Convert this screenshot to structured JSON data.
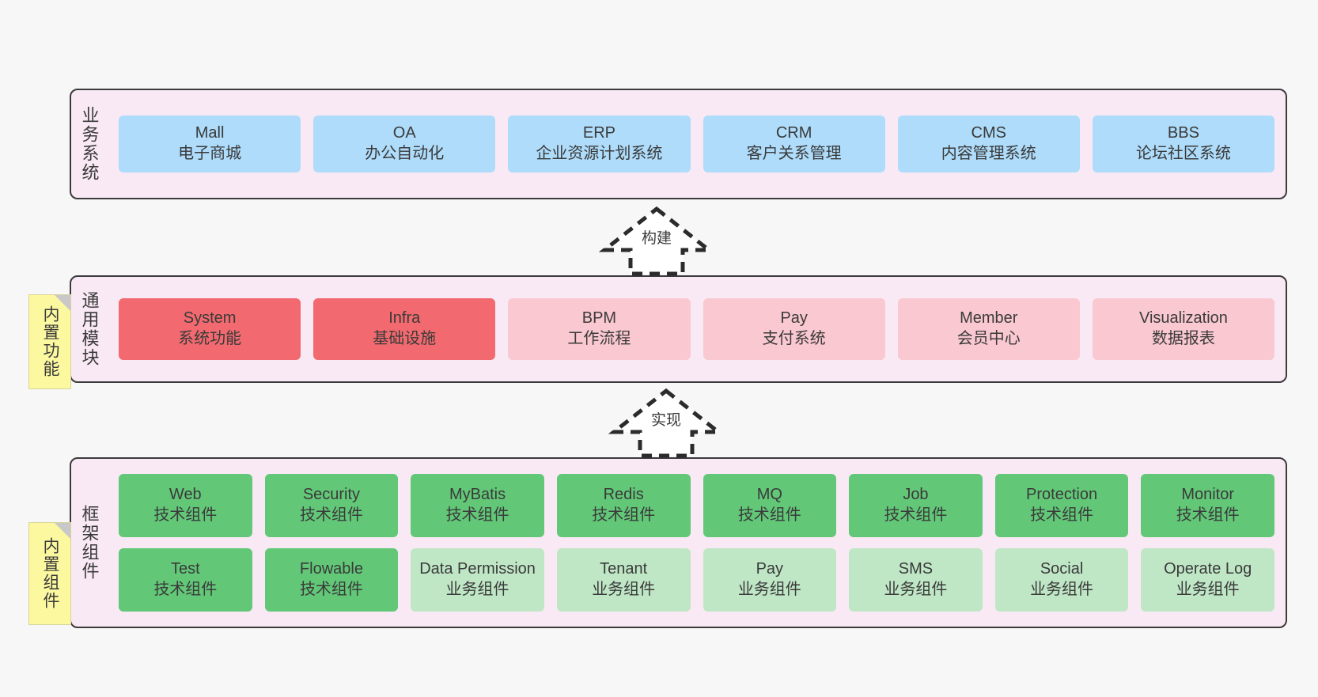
{
  "diagram": {
    "title": "Layered architecture diagram",
    "colors": {
      "panel_bg": "#f9e9f4",
      "panel_border": "#3b3b3b",
      "blue": "#aedcfa",
      "red": "#f26a6f",
      "pink": "#fac8d0",
      "green": "#62c878",
      "light_green": "#bfe7c6",
      "note_yellow": "#fbf8a0",
      "background": "#f7f7f7"
    }
  },
  "notes": [
    {
      "id": "note-common",
      "label": "内置功能"
    },
    {
      "id": "note-framework",
      "label": "内置组件"
    }
  ],
  "arrows": [
    {
      "id": "arrow-build",
      "label": "构建",
      "style": "dashed-hollow-up",
      "from": "通用模块",
      "to": "业务系统"
    },
    {
      "id": "arrow-impl",
      "label": "实现",
      "style": "dashed-hollow-up",
      "from": "框架组件",
      "to": "通用模块"
    }
  ],
  "layers": [
    {
      "id": "layer-business",
      "label": "业务系统",
      "rows": [
        {
          "cells": [
            {
              "name": "Mall",
              "desc": "电子商城",
              "color": "blue"
            },
            {
              "name": "OA",
              "desc": "办公自动化",
              "color": "blue"
            },
            {
              "name": "ERP",
              "desc": "企业资源计划系统",
              "color": "blue"
            },
            {
              "name": "CRM",
              "desc": "客户关系管理",
              "color": "blue"
            },
            {
              "name": "CMS",
              "desc": "内容管理系统",
              "color": "blue"
            },
            {
              "name": "BBS",
              "desc": "论坛社区系统",
              "color": "blue"
            }
          ]
        }
      ]
    },
    {
      "id": "layer-common",
      "label": "通用模块",
      "rows": [
        {
          "cells": [
            {
              "name": "System",
              "desc": "系统功能",
              "color": "red"
            },
            {
              "name": "Infra",
              "desc": "基础设施",
              "color": "red"
            },
            {
              "name": "BPM",
              "desc": "工作流程",
              "color": "pink"
            },
            {
              "name": "Pay",
              "desc": "支付系统",
              "color": "pink"
            },
            {
              "name": "Member",
              "desc": "会员中心",
              "color": "pink"
            },
            {
              "name": "Visualization",
              "desc": "数据报表",
              "color": "pink"
            }
          ]
        }
      ]
    },
    {
      "id": "layer-framework",
      "label": "框架组件",
      "rows": [
        {
          "cells": [
            {
              "name": "Web",
              "desc": "技术组件",
              "color": "green"
            },
            {
              "name": "Security",
              "desc": "技术组件",
              "color": "green"
            },
            {
              "name": "MyBatis",
              "desc": "技术组件",
              "color": "green"
            },
            {
              "name": "Redis",
              "desc": "技术组件",
              "color": "green"
            },
            {
              "name": "MQ",
              "desc": "技术组件",
              "color": "green"
            },
            {
              "name": "Job",
              "desc": "技术组件",
              "color": "green"
            },
            {
              "name": "Protection",
              "desc": "技术组件",
              "color": "green"
            },
            {
              "name": "Monitor",
              "desc": "技术组件",
              "color": "green"
            }
          ]
        },
        {
          "cells": [
            {
              "name": "Test",
              "desc": "技术组件",
              "color": "green"
            },
            {
              "name": "Flowable",
              "desc": "技术组件",
              "color": "green"
            },
            {
              "name": "Data Permission",
              "desc": "业务组件",
              "color": "lightgreen"
            },
            {
              "name": "Tenant",
              "desc": "业务组件",
              "color": "lightgreen"
            },
            {
              "name": "Pay",
              "desc": "业务组件",
              "color": "lightgreen"
            },
            {
              "name": "SMS",
              "desc": "业务组件",
              "color": "lightgreen"
            },
            {
              "name": "Social",
              "desc": "业务组件",
              "color": "lightgreen"
            },
            {
              "name": "Operate Log",
              "desc": "业务组件",
              "color": "lightgreen"
            }
          ]
        }
      ]
    }
  ]
}
